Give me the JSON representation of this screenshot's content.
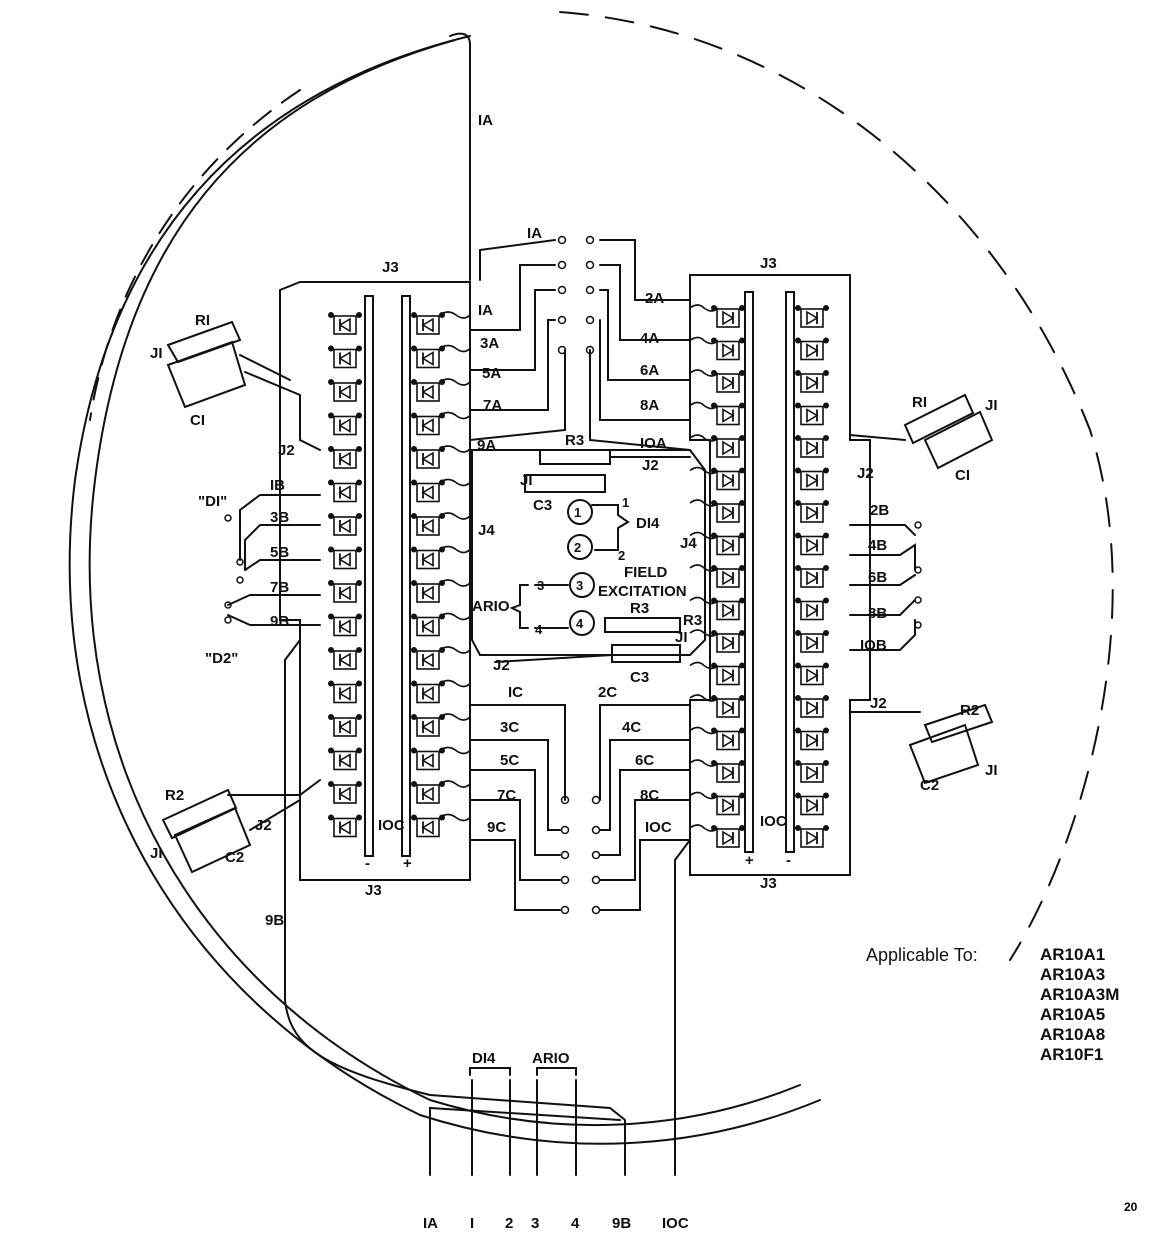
{
  "applicable": {
    "label": "Applicable To:",
    "models": [
      "AR10A1",
      "AR10A3",
      "AR10A3M",
      "AR10A5",
      "AR10A8",
      "AR10F1"
    ]
  },
  "page_number": "20",
  "connectors": {
    "j1": "JI",
    "j2": "J2",
    "j3": "J3",
    "j4": "J4",
    "r1": "RI",
    "r2": "R2",
    "r3": "R3",
    "c1": "CI",
    "c2": "C2",
    "c3": "C3"
  },
  "diodes": {
    "d1": "\"DI\"",
    "d2": "\"D2\"",
    "d14": "DI4"
  },
  "field": {
    "line1": "FIELD",
    "line2": "EXCITATION",
    "ar10": "ARIO",
    "numbers": [
      "1",
      "2",
      "3",
      "4"
    ],
    "pin_labels": [
      "1",
      "2",
      "3",
      "4"
    ]
  },
  "wires_a": [
    "IA",
    "2A",
    "3A",
    "4A",
    "5A",
    "6A",
    "7A",
    "8A",
    "9A",
    "IOA"
  ],
  "wires_b": [
    "IB",
    "2B",
    "3B",
    "4B",
    "5B",
    "6B",
    "7B",
    "8B",
    "9B",
    "IOB"
  ],
  "wires_c": [
    "IC",
    "2C",
    "3C",
    "4C",
    "5C",
    "6C",
    "7C",
    "8C",
    "9C",
    "IOC"
  ],
  "bank_labels": {
    "left_bottom": "IOC",
    "right_bottom": "IOC",
    "plus": "+",
    "minus": "-"
  },
  "lead_groups": {
    "d14": "DI4",
    "ar10": "ARIO"
  },
  "bottom_leads": [
    "IA",
    "I",
    "2",
    "3",
    "4",
    "9B",
    "IOC"
  ]
}
